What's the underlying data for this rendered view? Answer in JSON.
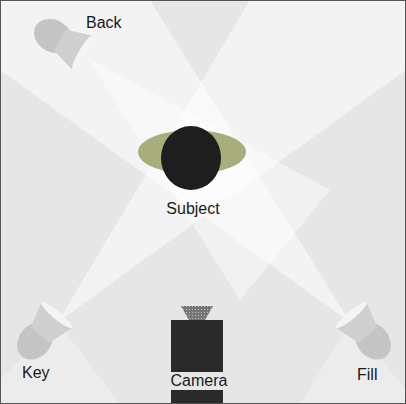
{
  "diagram": {
    "labels": [
      "Back",
      "Subject",
      "Key",
      "Camera",
      "Fill"
    ]
  }
}
